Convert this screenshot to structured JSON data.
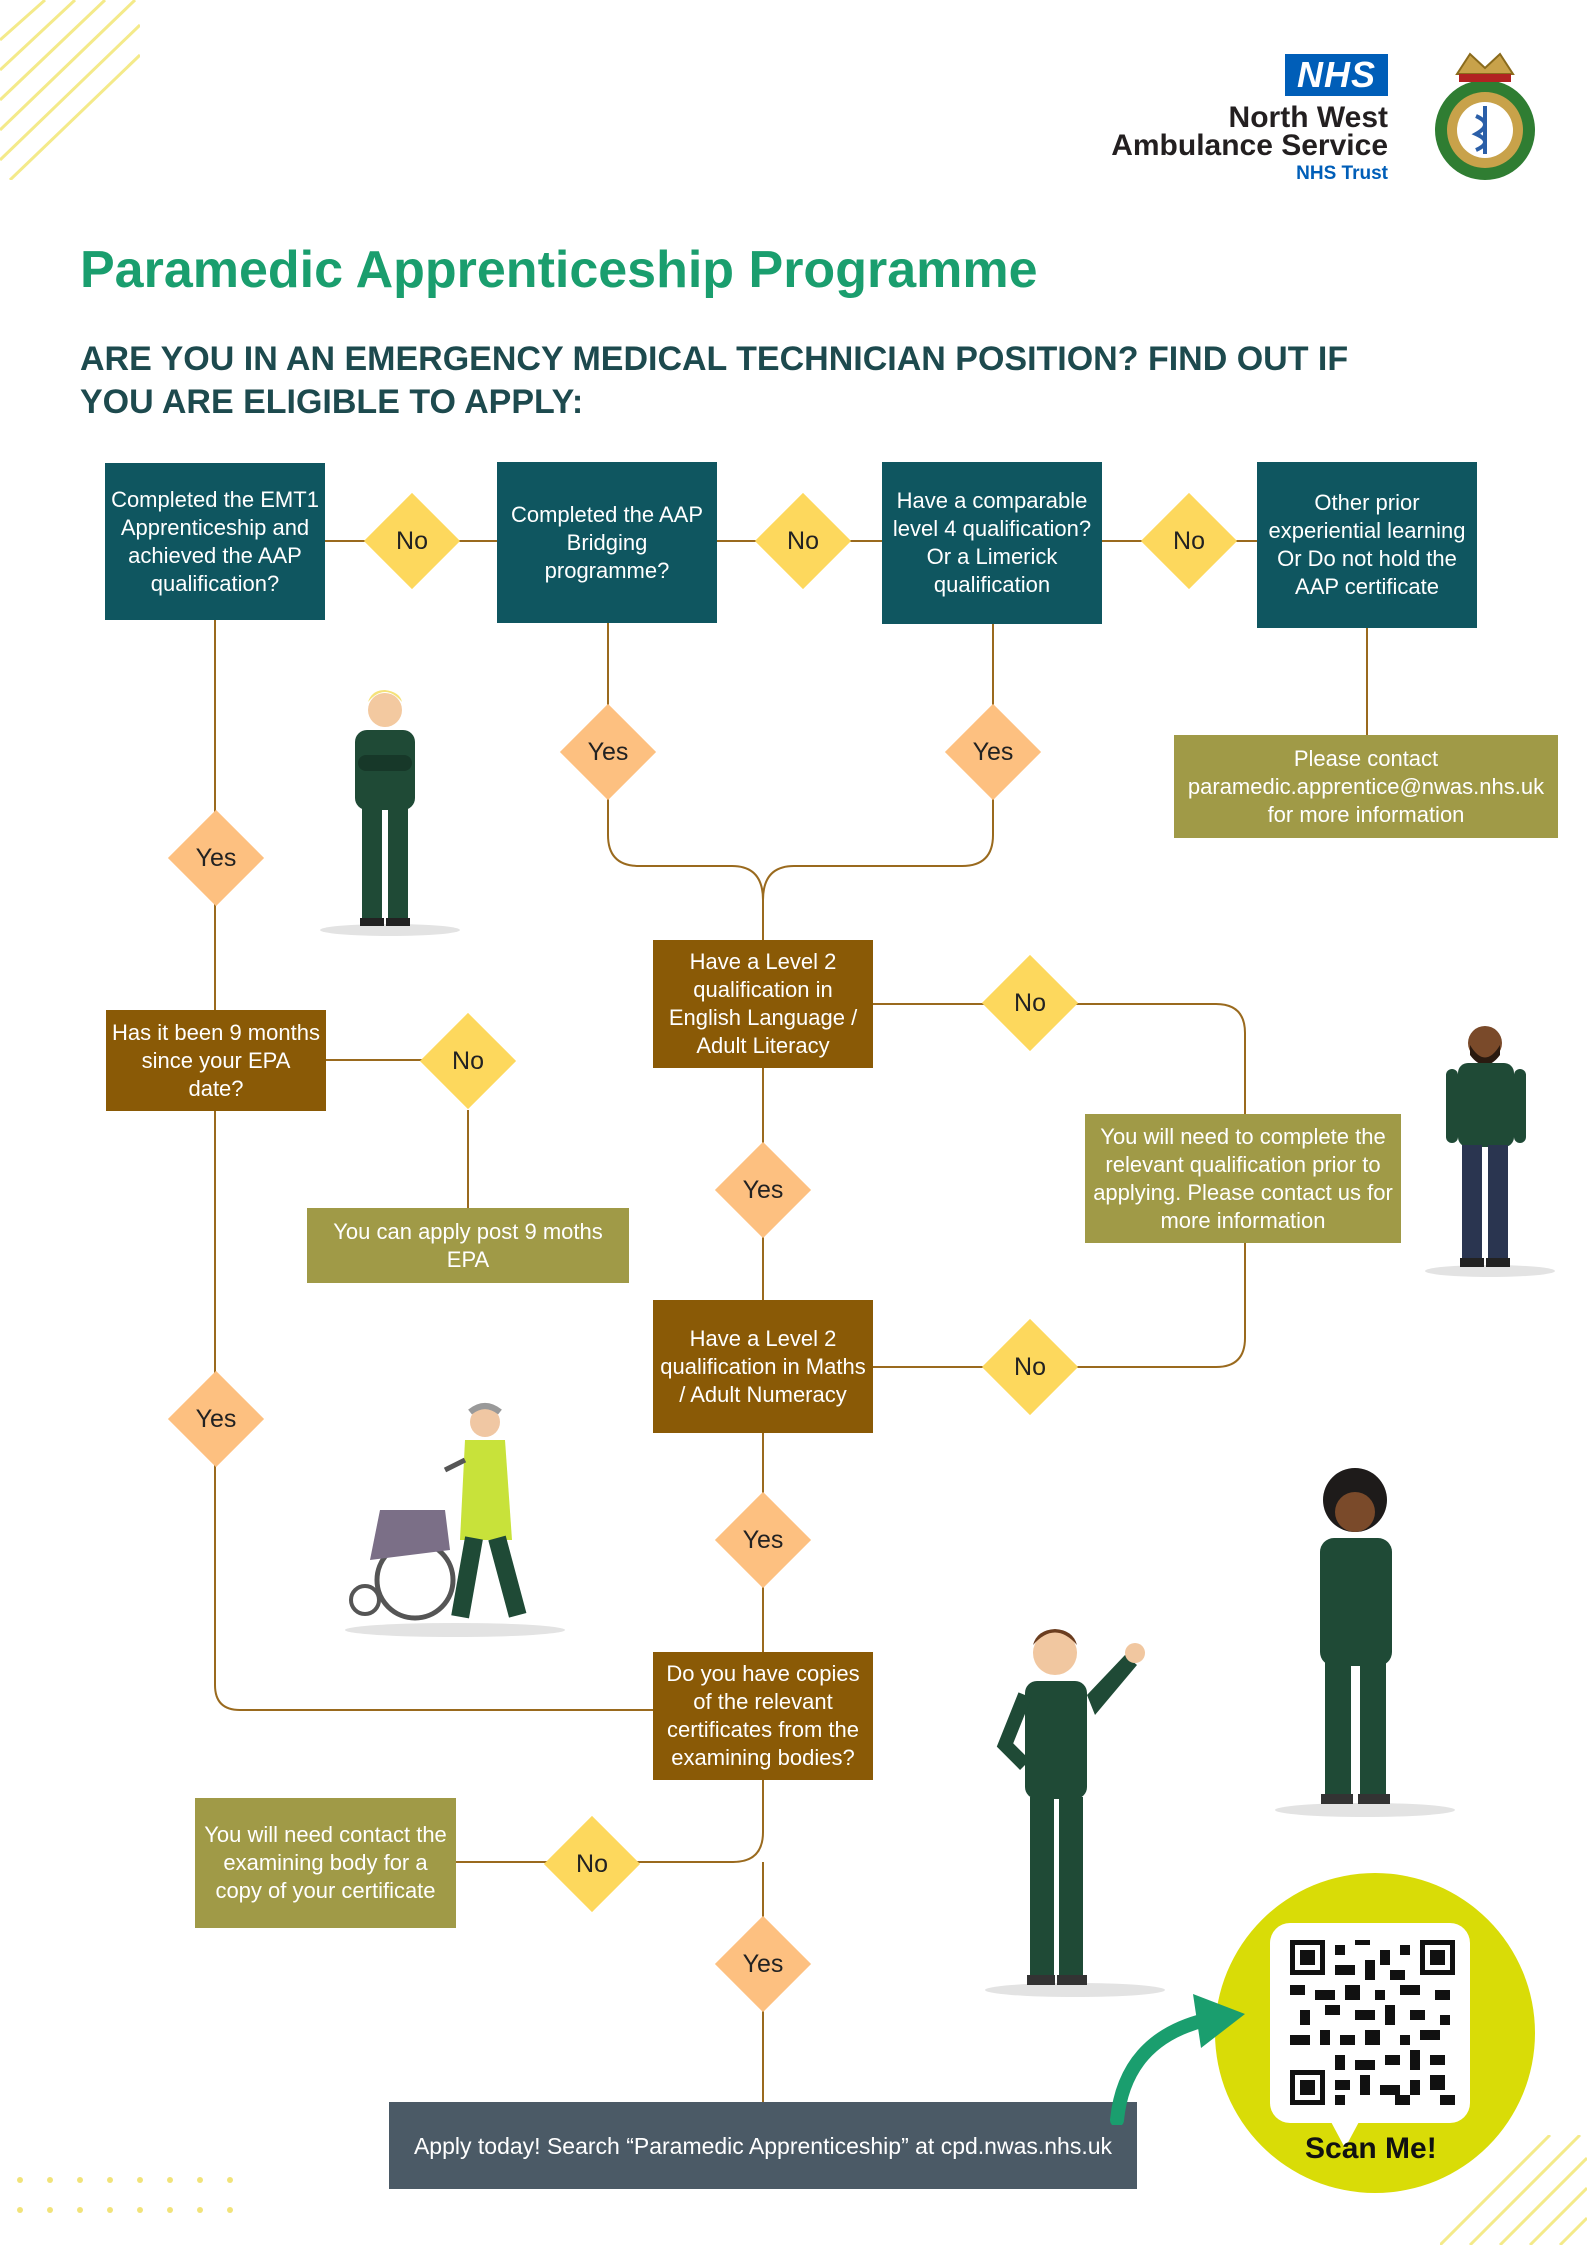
{
  "logo": {
    "badge": "NHS",
    "org_line1": "North West",
    "org_line2": "Ambulance Service",
    "trust": "NHS Trust",
    "crest_icon": "ambulance-crest-icon"
  },
  "title": "Paramedic Apprenticeship Programme",
  "subtitle": "ARE YOU IN AN EMERGENCY MEDICAL TECHNICIAN POSITION? FIND OUT IF YOU ARE ELIGIBLE TO APPLY:",
  "nodes": {
    "emt1": "Completed the EMT1 Apprenticeship and achieved the AAP qualification?",
    "aap_bridging": "Completed the AAP Bridging programme?",
    "level4": "Have a comparable level 4 qualification? Or a Limerick qualification",
    "prior_learning": "Other prior experiential learning Or Do not hold the AAP certificate",
    "contact_email": "Please contact paramedic.apprentice@nwas.nhs.uk for more information",
    "epa_nine_months": "Has it been 9 months since your EPA date?",
    "apply_post_epa": "You can apply post 9 moths EPA",
    "english": "Have a Level 2 qualification in English Language / Adult Literacy",
    "complete_qualification": "You will need to complete the relevant qualification prior to applying. Please contact us for more information",
    "maths": "Have a Level 2 qualification in Maths / Adult Numeracy",
    "certificates": "Do you have copies of the relevant certificates from the examining bodies?",
    "contact_examining": "You will need contact the examining body for a copy of your certificate",
    "apply_today": "Apply today! Search “Paramedic Apprenticeship” at cpd.nwas.nhs.uk"
  },
  "decisions": {
    "yes": "Yes",
    "no": "No"
  },
  "scan_label": "Scan Me!",
  "colors": {
    "title": "#1a9e6e",
    "subtitle": "#1d4a4e",
    "teal": "#0f5660",
    "brown": "#8a5a06",
    "olive": "#a09a47",
    "slate": "#4b5a66",
    "no_diamond": "#fdd85d",
    "yes_diamond": "#fdc080",
    "connector": "#9a6a1e",
    "qr_circle": "#d9dc07",
    "arrow": "#1a9e6e",
    "nhs_blue": "#005eb8"
  }
}
